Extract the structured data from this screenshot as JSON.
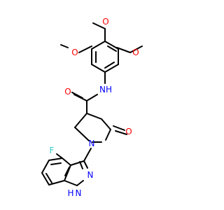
{
  "molecule": {
    "atoms": [
      {
        "id": "o_top",
        "element": "O",
        "label": "O",
        "color": "#ff0000"
      },
      {
        "id": "o_left",
        "element": "O",
        "label": "O",
        "color": "#ff0000"
      },
      {
        "id": "o_right",
        "element": "O",
        "label": "O",
        "color": "#ff0000"
      },
      {
        "id": "n_amide",
        "element": "N",
        "label": "NH",
        "color": "#0000ff"
      },
      {
        "id": "o_carbonyl",
        "element": "O",
        "label": "O",
        "color": "#ff0000"
      },
      {
        "id": "n_ring",
        "element": "N",
        "label": "N",
        "color": "#0000ff"
      },
      {
        "id": "o_ketone",
        "element": "O",
        "label": "O",
        "color": "#ff0000"
      },
      {
        "id": "f",
        "element": "F",
        "label": "F",
        "color": "#33cccc"
      },
      {
        "id": "n_indazole",
        "element": "N",
        "label": "N",
        "color": "#0000ff"
      },
      {
        "id": "nh_indazole",
        "element": "N",
        "label": "H",
        "color": "#0000ff"
      },
      {
        "id": "h_indazole",
        "element": "H",
        "label": "N",
        "color": "#0000ff"
      }
    ],
    "colors": {
      "bond": "#000000",
      "oxygen": "#ff0000",
      "nitrogen": "#0000ff",
      "fluorine": "#33cccc"
    }
  }
}
